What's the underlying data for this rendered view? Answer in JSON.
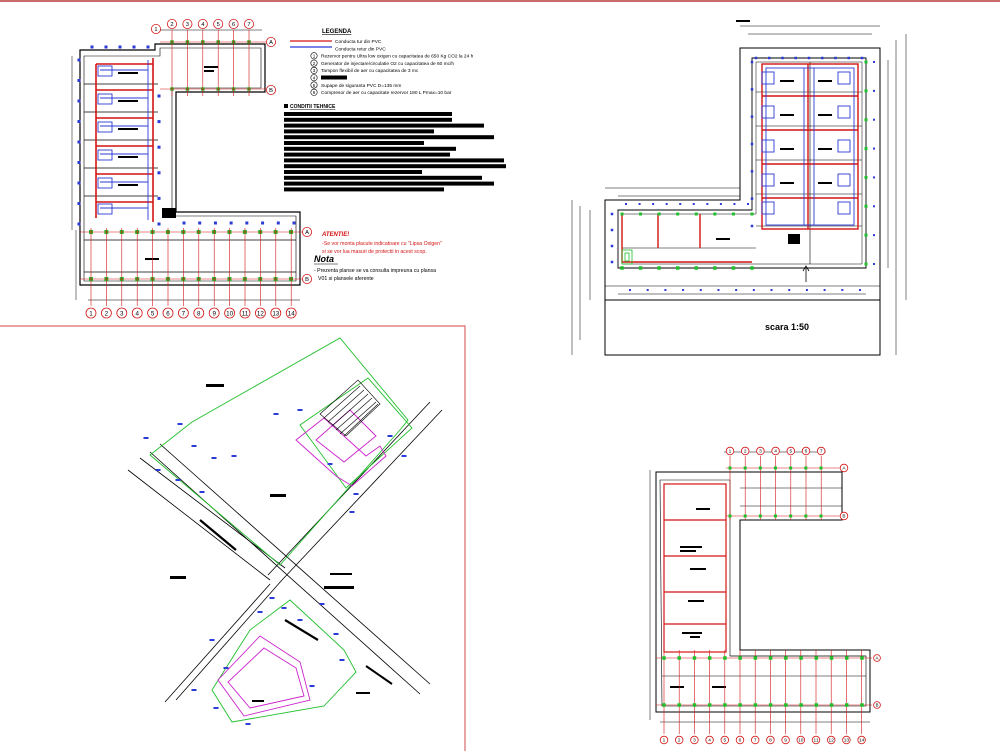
{
  "colors": {
    "red": "#d41414",
    "blue": "#2b3bd6",
    "green": "#1fbf2a",
    "magenta": "#cc22cc",
    "line": "#000000"
  },
  "plan_top_left": {
    "grid_top": [
      "2",
      "3",
      "4",
      "5",
      "6",
      "7"
    ],
    "grid_top_first": "1",
    "grid_right": [
      "A",
      "B"
    ],
    "grid_bottom": [
      "1",
      "2",
      "3",
      "4",
      "5",
      "6",
      "7",
      "8",
      "9",
      "10",
      "11",
      "12",
      "13",
      "14"
    ],
    "grid_bottom_right": [
      "A",
      "B"
    ]
  },
  "legend": {
    "title": "LEGENDA",
    "items": [
      {
        "sym": "",
        "text": "Conducta tur din PVC"
      },
      {
        "sym": "",
        "text": "Conducta retur din PVC"
      },
      {
        "sym": "1",
        "text": "Rezervor pentru Ultra low oxigen cu capacitatea de 650 Kg CO2 la 24 h"
      },
      {
        "sym": "2",
        "text": "Generator de injectare/circulatie O2 cu capacitatea de 60 mc/h"
      },
      {
        "sym": "3",
        "text": "Tampon flexibil de aer cu capacitatea de 3 mc"
      },
      {
        "sym": "4",
        "text": ""
      },
      {
        "sym": "5",
        "text": "Supape de siguranta PVC D=135 mm"
      },
      {
        "sym": "6",
        "text": "Compresor de aer cu capacitate rezervor 180 L Pmax=10 bar"
      }
    ]
  },
  "conditions": {
    "title": "CONDITII TEHNICE"
  },
  "warning": {
    "title": "ATENTIE!",
    "line1": "-Se vor monta placute indicatoare cu \"Lipsa Oxigen\"",
    "line2": "si se vor lua masuri de protectii in acest scop."
  },
  "note": {
    "title": "Nota",
    "line1": "- Prezenta planse se va consulta impreuna cu plansa",
    "line2": "V01 si plansele aferente"
  },
  "scale": "scara 1:50",
  "plan_bottom_right": {
    "grid_top": [
      "1",
      "2",
      "3",
      "4",
      "5",
      "6",
      "7"
    ],
    "grid_right": [
      "A",
      "B"
    ],
    "grid_bottom": [
      "1",
      "2",
      "3",
      "4",
      "5",
      "6",
      "7",
      "8",
      "9",
      "10",
      "11",
      "12",
      "13",
      "14"
    ],
    "grid_bottom_right": [
      "A",
      "B"
    ]
  }
}
